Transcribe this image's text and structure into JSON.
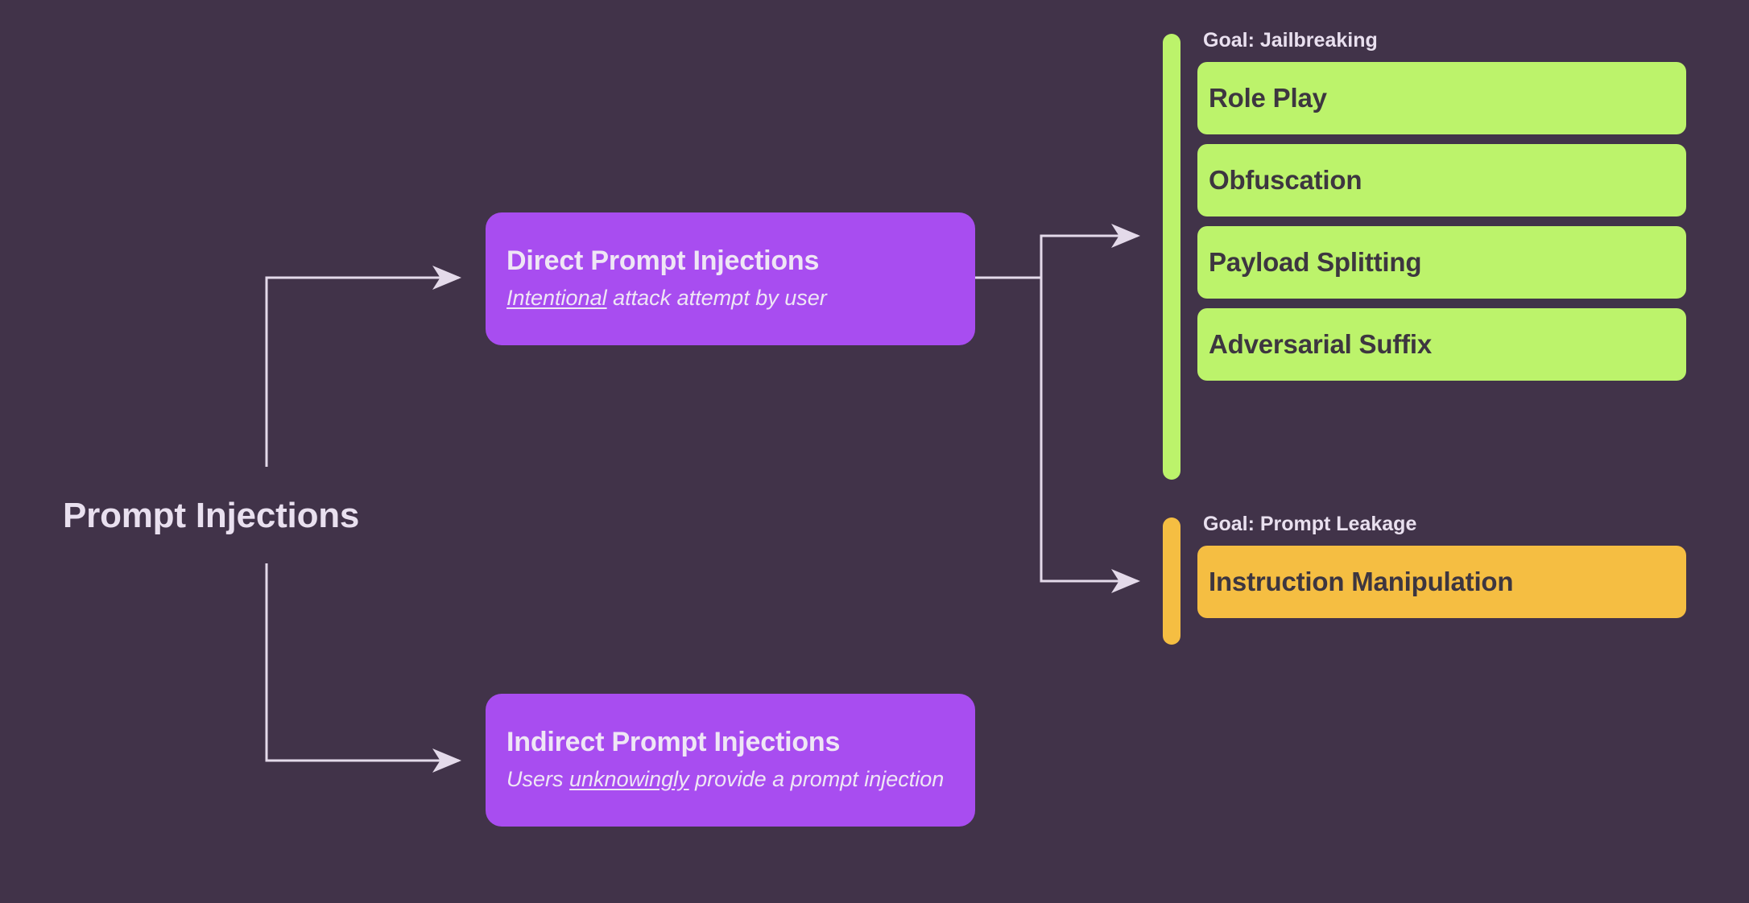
{
  "diagram": {
    "background_color": "#413349",
    "root": {
      "label": "Prompt Injections"
    },
    "nodes": [
      {
        "id": "direct",
        "title": "Direct Prompt Injections",
        "subtitle_pre": "",
        "subtitle_emphasis": "Intentional",
        "subtitle_post": " attack attempt by user",
        "subtitle_full": "Intentional attack attempt by user",
        "color": "#A84DF0"
      },
      {
        "id": "indirect",
        "title": "Indirect Prompt Injections",
        "subtitle_pre": "Users ",
        "subtitle_emphasis": "unknowingly",
        "subtitle_post": " provide a prompt injection",
        "subtitle_full": "Users unknowingly provide a prompt injection",
        "color": "#A84DF0"
      }
    ],
    "groups": [
      {
        "id": "jailbreaking",
        "label": "Goal: Jailbreaking",
        "accent_color": "#BCF36B",
        "cards": [
          {
            "label": "Role Play"
          },
          {
            "label": "Obfuscation"
          },
          {
            "label": "Payload Splitting"
          },
          {
            "label": "Adversarial Suffix"
          }
        ]
      },
      {
        "id": "leakage",
        "label": "Goal: Prompt Leakage",
        "accent_color": "#F5BE42",
        "cards": [
          {
            "label": "Instruction Manipulation"
          }
        ]
      }
    ],
    "connector_color": "#E4DAEA"
  }
}
